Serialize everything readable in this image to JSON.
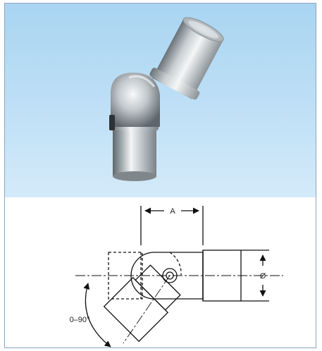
{
  "figure": {
    "dimension_a": "A",
    "dimension_diameter": "Ø",
    "angle_range": "0–90°"
  },
  "colors": {
    "photo_background": "#b5daf3",
    "steel_light": "#eceff1",
    "steel_dark": "#6d757a",
    "line": "#111111"
  }
}
